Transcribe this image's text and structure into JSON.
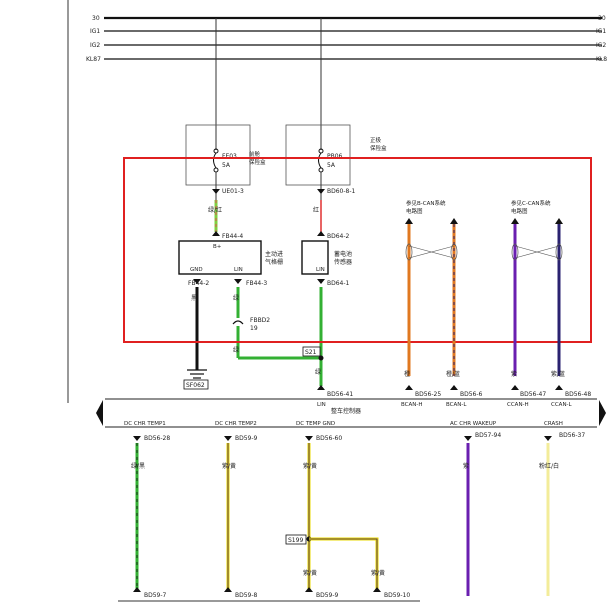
{
  "rails": [
    "30",
    "IG1",
    "IG2",
    "KL87"
  ],
  "fuses": {
    "left": {
      "id": "FE03",
      "rating": "5A",
      "desc1": "前舱",
      "desc2": "保险盒",
      "pin": "UE01-3"
    },
    "right": {
      "id": "PB06",
      "rating": "5A",
      "desc1": "正极",
      "desc2": "保险盒",
      "pin": "BD60-8-1"
    }
  },
  "wires": {
    "green_red": "绿/红",
    "red": "红",
    "black": "黑",
    "green": "绿",
    "orange": "橙",
    "orange_blue": "橙/蓝",
    "purple": "紫",
    "purple_blue": "紫/蓝",
    "green_black": "绿/黑",
    "purple_yellow": "紫/黄",
    "purple_yellow2": "紫/黄",
    "purple_yellow3": "紫/黄",
    "purple_yellow4": "紫/黄",
    "purple2": "紫",
    "pink_white": "粉红/白"
  },
  "sensor": {
    "pin_plus": "FB44-4",
    "name1": "主动进",
    "name2": "气格栅",
    "gnd_label": "GND",
    "lin_label": "LIN",
    "pin_gnd": "FB44-2",
    "pin_lin": "FB44-3"
  },
  "battery_sensor": {
    "pin_top": "BD64-2",
    "name1": "蓄电池",
    "name2": "传感器",
    "lin_label": "LIN",
    "pin_bottom": "BD64-1"
  },
  "connector": {
    "id": "FBBD2",
    "pin": "19"
  },
  "splices": {
    "s21": "S21",
    "s199": "S199"
  },
  "ground": "SF062",
  "can_b": {
    "ref1": "参见B-CAN系统",
    "ref2": "电路图",
    "pin1": "BD56-25",
    "pin2": "BD56-6",
    "sig1": "BCAN-H",
    "sig2": "BCAN-L"
  },
  "can_c": {
    "ref1": "参见C-CAN系统",
    "ref2": "电路图",
    "pin1": "BD56-47",
    "pin2": "BD56-48",
    "sig1": "CCAN-H",
    "sig2": "CCAN-L"
  },
  "vcu": {
    "title": "整车控制器",
    "lin_label": "LIN",
    "lin_pin": "BD56-41",
    "outputs": [
      {
        "sig": "DC CHR TEMP1",
        "pin": "BD56-28",
        "bottom": "BD59-7"
      },
      {
        "sig": "DC CHR TEMP2",
        "pin": "BD59-9",
        "bottom": "BD59-8"
      },
      {
        "sig": "DC TEMP GND",
        "pin": "BD56-60",
        "bottom": "BD59-9"
      },
      {
        "sig": "AC CHR WAKEUP",
        "pin": "BD57-94",
        "bottom": ""
      },
      {
        "sig": "CRASH",
        "pin": "BD56-37",
        "bottom": ""
      }
    ],
    "extra_bottom": "BD59-10"
  },
  "colors": {
    "highlight": "#e02020",
    "green": "#33b033",
    "yellow": "#e8d800",
    "orange": "#e07820",
    "purple": "#6a1fb0",
    "navy": "#2a2270",
    "lightyellow": "#f3ec9a",
    "black": "#111111"
  }
}
